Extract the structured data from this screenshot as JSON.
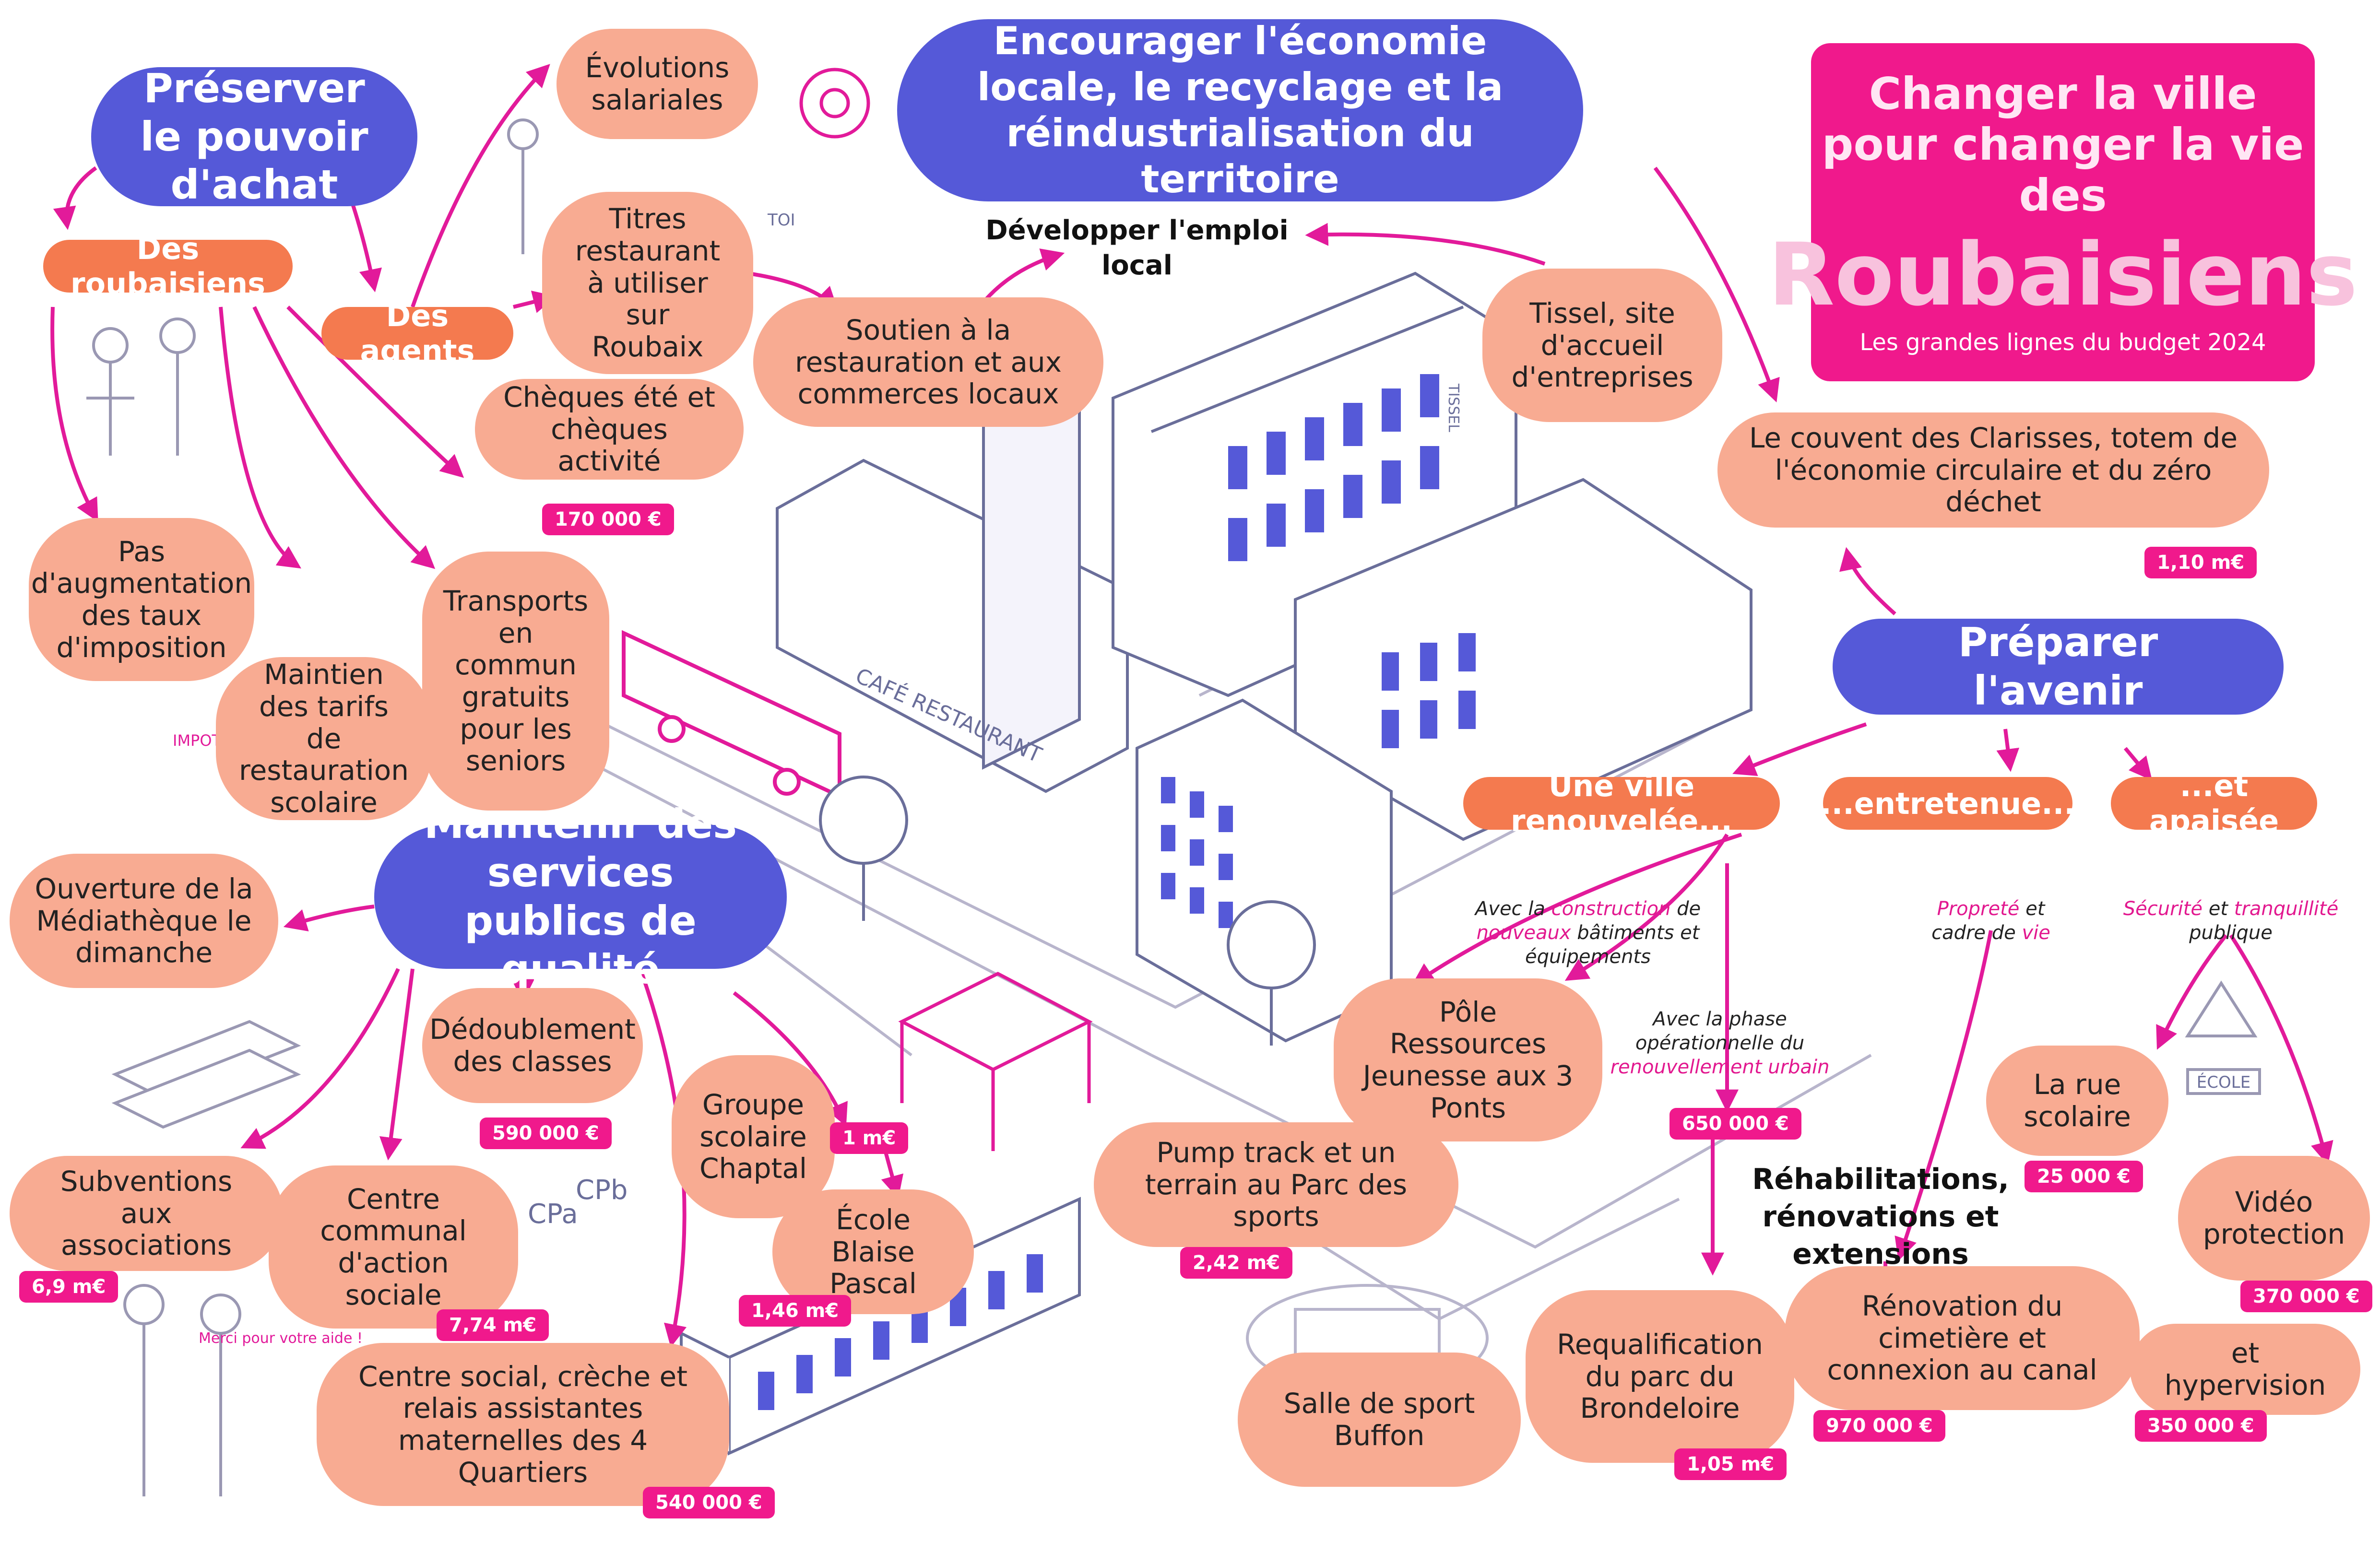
{
  "title": {
    "line1": "Changer la ville pour changer la vie des",
    "big": "Roubaisiens",
    "sub": "Les grandes lignes du budget 2024"
  },
  "themes": {
    "pouvoir_achat": "Préserver le pouvoir d'achat",
    "economie": "Encourager l'économie locale, le recyclage et la réindustrialisation du territoire",
    "services": "Maintenir des services publics de qualité",
    "avenir": "Préparer l'avenir"
  },
  "groups": {
    "roubaisiens": "Des roubaisiens",
    "agents": "Des agents",
    "renouvelee": "Une ville renouvelée...",
    "entretenue": "...entretenue...",
    "apaisee": "...et apaisée"
  },
  "items": {
    "evolutions": "Évolutions salariales",
    "titres": "Titres restaurant à utiliser sur Roubaix",
    "cheques": "Chèques été et chèques activité",
    "taux": "Pas d'augmentation des taux d'imposition",
    "tarifs": "Maintien des tarifs de restauration scolaire",
    "transports": "Transports en commun gratuits pour les seniors",
    "soutien": "Soutien à la restauration et aux commerces locaux",
    "tissel": "Tissel, site d'accueil d'entreprises",
    "couvent": "Le couvent des Clarisses, totem de l'économie circulaire et du zéro déchet",
    "mediatheque": "Ouverture de la Médiathèque le dimanche",
    "dedoublement": "Dédoublement des classes",
    "chaptal": "Groupe scolaire Chaptal",
    "blaise": "École Blaise Pascal",
    "subventions": "Subventions aux associations",
    "ccas": "Centre communal d'action sociale",
    "centre_social": "Centre social, crèche et relais assistantes maternelles des 4 Quartiers",
    "pole": "Pôle Ressources Jeunesse aux 3 Ponts",
    "pump": "Pump track et un terrain au Parc des sports",
    "buffon": "Salle de sport Buffon",
    "brondeloire": "Requalification du parc du Brondeloire",
    "cimetiere": "Rénovation du cimetière et connexion au canal",
    "rue_scolaire": "La rue scolaire",
    "video": "Vidéo protection",
    "hypervision": "et hypervision"
  },
  "labels": {
    "emploi": "Développer l'emploi local",
    "rehab": "Réhabilitations, rénovations et extensions"
  },
  "notes": {
    "construction": [
      "Avec la ",
      "construction",
      " de ",
      "nouveaux",
      " bâtiments et équipements"
    ],
    "phase": [
      "Avec la phase opérationnelle du ",
      "renouvellement urbain"
    ],
    "proprete": [
      "Propreté",
      " et cadre de ",
      "vie"
    ],
    "securite": [
      "Sécurité",
      " et ",
      "tranquillité",
      " publique"
    ]
  },
  "prices": {
    "cheques": "170 000 €",
    "couvent": "1,10 m€",
    "dedoublement": "590 000 €",
    "chaptal": "1 m€",
    "blaise": "1,46 m€",
    "subventions": "6,9 m€",
    "ccas": "7,74 m€",
    "centre_social": "540 000 €",
    "pump": "2,42 m€",
    "phase": "650 000 €",
    "brondeloire": "1,05 m€",
    "cimetiere": "970 000 €",
    "rue_scolaire": "25 000 €",
    "video": "370 000 €",
    "hypervision": "350 000 €"
  },
  "illustration_text": {
    "cafe_sign": "CAFÉ RESTAURANT",
    "tissel_sign": "TISSEL",
    "ticket_sign": "TOI",
    "impot_sign": "IMPOT",
    "cp_a": "CPa",
    "cp_b": "CPb",
    "ecole_sign": "ÉCOLE",
    "speech": "Merci pour votre aide !"
  },
  "colors": {
    "magenta": "#f0198c",
    "blue": "#5559d8",
    "salmon": "#f8ab92",
    "orange": "#f47a4f",
    "line": "#b8b5cc"
  }
}
